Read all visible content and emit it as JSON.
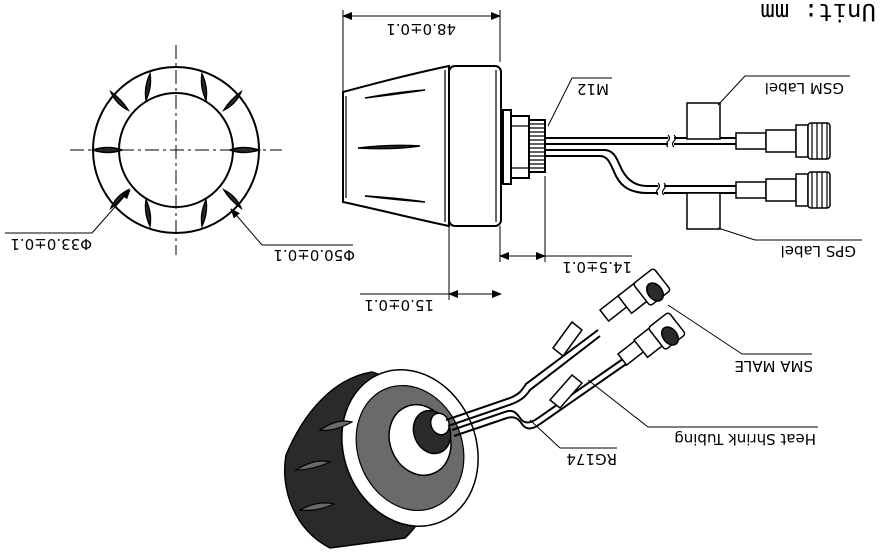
{
  "labels": {
    "unit": "Unit: mm",
    "width_dim": "48.0±0.1",
    "m12": "M12",
    "gsm_label": "GSM Label",
    "gps_label": "GPS Label",
    "dia_inner": "Φ33.0±0.1",
    "dia_outer": "Φ50.0±0.1",
    "dim_14_5": "14.5±0.1",
    "dim_15_0": "15.0±0.1",
    "sma_male": "SMA MALE",
    "heat_shrink": "Heat Shrink Tubing",
    "rg174": "RG174"
  }
}
